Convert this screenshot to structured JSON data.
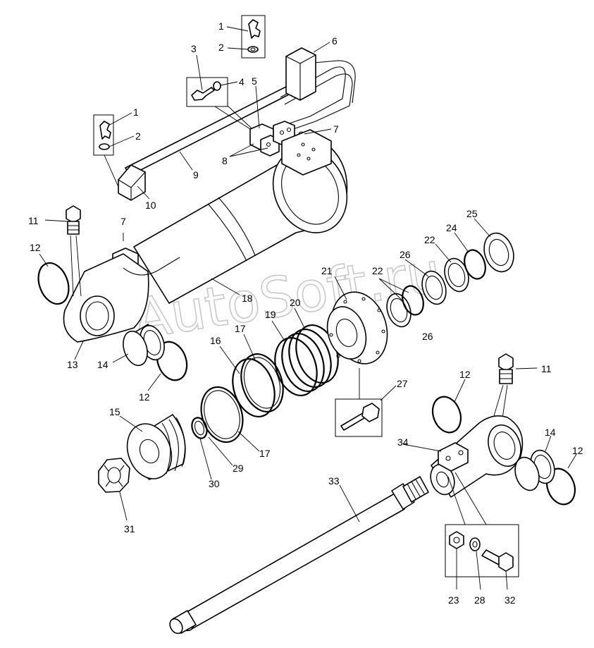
{
  "watermark": "AutoSoft.ru",
  "callouts": [
    {
      "id": "c1a",
      "text": "1"
    },
    {
      "id": "c2a",
      "text": "2"
    },
    {
      "id": "c3",
      "text": "3"
    },
    {
      "id": "c4",
      "text": "4"
    },
    {
      "id": "c5",
      "text": "5"
    },
    {
      "id": "c6",
      "text": "6"
    },
    {
      "id": "c7a",
      "text": "7"
    },
    {
      "id": "c1b",
      "text": "1"
    },
    {
      "id": "c2b",
      "text": "2"
    },
    {
      "id": "c8",
      "text": "8"
    },
    {
      "id": "c9",
      "text": "9"
    },
    {
      "id": "c10",
      "text": "10"
    },
    {
      "id": "c7b",
      "text": "7"
    },
    {
      "id": "c11a",
      "text": "11"
    },
    {
      "id": "c12a",
      "text": "12"
    },
    {
      "id": "c18",
      "text": "18"
    },
    {
      "id": "c21",
      "text": "21"
    },
    {
      "id": "c20",
      "text": "20"
    },
    {
      "id": "c19",
      "text": "19"
    },
    {
      "id": "c17a",
      "text": "17"
    },
    {
      "id": "c16",
      "text": "16"
    },
    {
      "id": "c13",
      "text": "13"
    },
    {
      "id": "c14a",
      "text": "14"
    },
    {
      "id": "c12b",
      "text": "12"
    },
    {
      "id": "c22a",
      "text": "22"
    },
    {
      "id": "c26a",
      "text": "26"
    },
    {
      "id": "c22b",
      "text": "22"
    },
    {
      "id": "c24",
      "text": "24"
    },
    {
      "id": "c25",
      "text": "25"
    },
    {
      "id": "c26b",
      "text": "26"
    },
    {
      "id": "c27",
      "text": "27"
    },
    {
      "id": "c12c",
      "text": "12"
    },
    {
      "id": "c11b",
      "text": "11"
    },
    {
      "id": "c15",
      "text": "15"
    },
    {
      "id": "c17b",
      "text": "17"
    },
    {
      "id": "c29",
      "text": "29"
    },
    {
      "id": "c30",
      "text": "30"
    },
    {
      "id": "c31",
      "text": "31"
    },
    {
      "id": "c33",
      "text": "33"
    },
    {
      "id": "c34",
      "text": "34"
    },
    {
      "id": "c14b",
      "text": "14"
    },
    {
      "id": "c12d",
      "text": "12"
    },
    {
      "id": "c23",
      "text": "23"
    },
    {
      "id": "c28",
      "text": "28"
    },
    {
      "id": "c32",
      "text": "32"
    }
  ]
}
